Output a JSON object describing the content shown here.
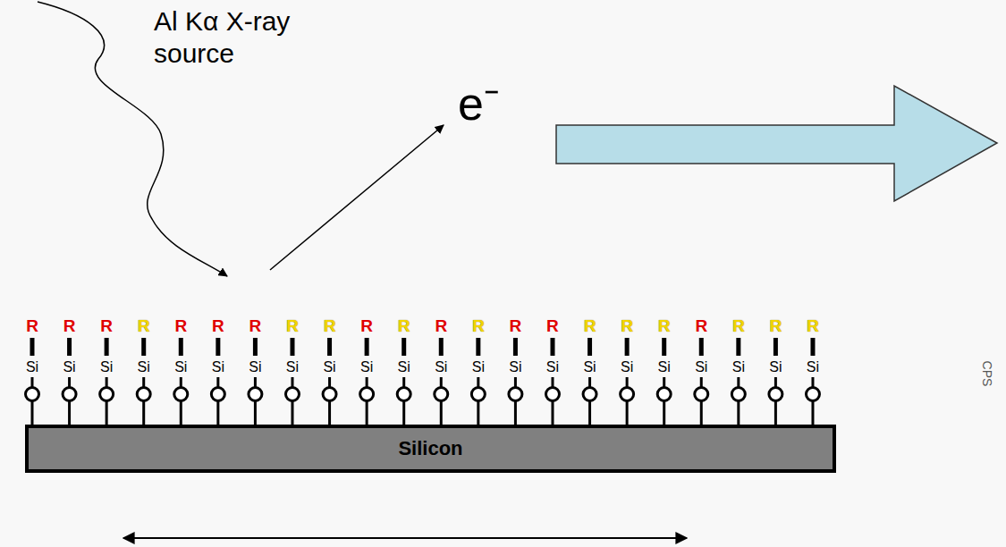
{
  "diagram": {
    "nodes": [
      {
        "text": [
          "Silicon"
        ]
      }
    ],
    "labels": [
      "Al Kα X-ray source",
      "e⁻",
      "R",
      "R",
      "R",
      "R",
      "R",
      "R",
      "R",
      "R",
      "R",
      "R",
      "R",
      "R",
      "R",
      "R",
      "R",
      "R",
      "R",
      "R",
      "R",
      "R",
      "R",
      "R",
      "Si",
      "Si",
      "Si",
      "Si",
      "Si",
      "Si",
      "Si",
      "Si",
      "Si",
      "Si",
      "Si",
      "Si",
      "Si",
      "Si",
      "Si",
      "Si",
      "Si",
      "Si",
      "Si",
      "Si",
      "Si",
      "Si",
      "CPS"
    ]
  }
}
